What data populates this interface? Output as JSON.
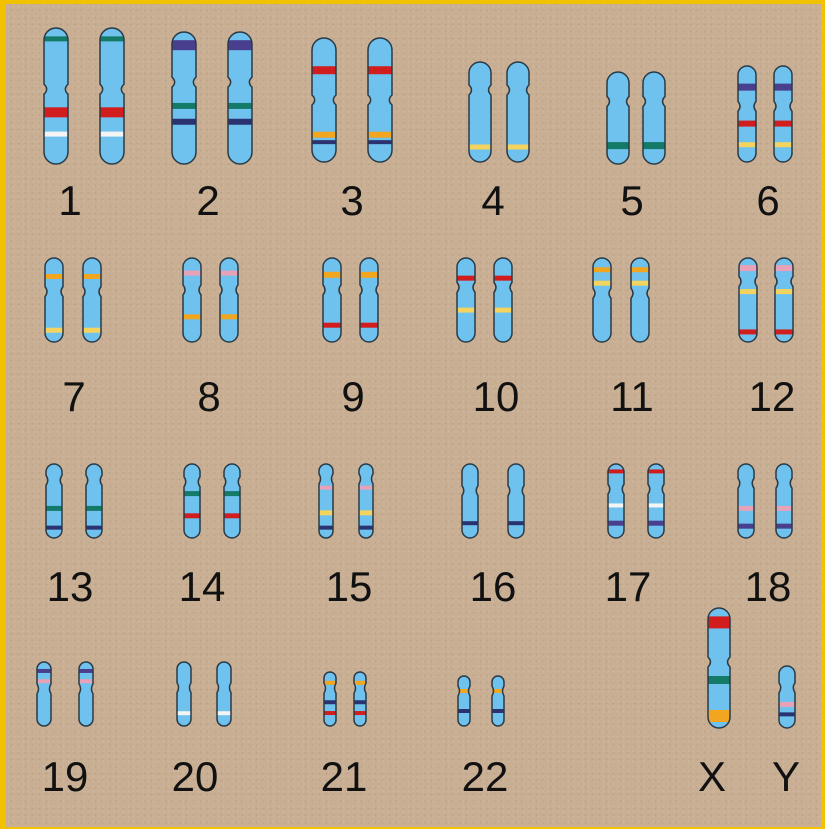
{
  "karyotype": {
    "pairs": [
      {
        "label": "1"
      },
      {
        "label": "2"
      },
      {
        "label": "3"
      },
      {
        "label": "4"
      },
      {
        "label": "5"
      },
      {
        "label": "6"
      },
      {
        "label": "7"
      },
      {
        "label": "8"
      },
      {
        "label": "9"
      },
      {
        "label": "10"
      },
      {
        "label": "11"
      },
      {
        "label": "12"
      },
      {
        "label": "13"
      },
      {
        "label": "14"
      },
      {
        "label": "15"
      },
      {
        "label": "16"
      },
      {
        "label": "17"
      },
      {
        "label": "18"
      },
      {
        "label": "19"
      },
      {
        "label": "20"
      },
      {
        "label": "21"
      },
      {
        "label": "22"
      }
    ],
    "sex": {
      "x_label": "X",
      "y_label": "Y"
    }
  },
  "colors": {
    "frame": "#f2c200",
    "background": "#c8ae92",
    "chromosome_fill": "#6fc1ee",
    "chromosome_outline": "#2a3a46",
    "band_red": "#d11d1d",
    "band_green": "#147a68",
    "band_purple": "#4a3f8f",
    "band_orange": "#f2a51e",
    "band_yellow": "#f4d35e",
    "band_pink": "#e7a2b8",
    "band_white": "#f4f4f4",
    "band_navy": "#2b3270"
  }
}
